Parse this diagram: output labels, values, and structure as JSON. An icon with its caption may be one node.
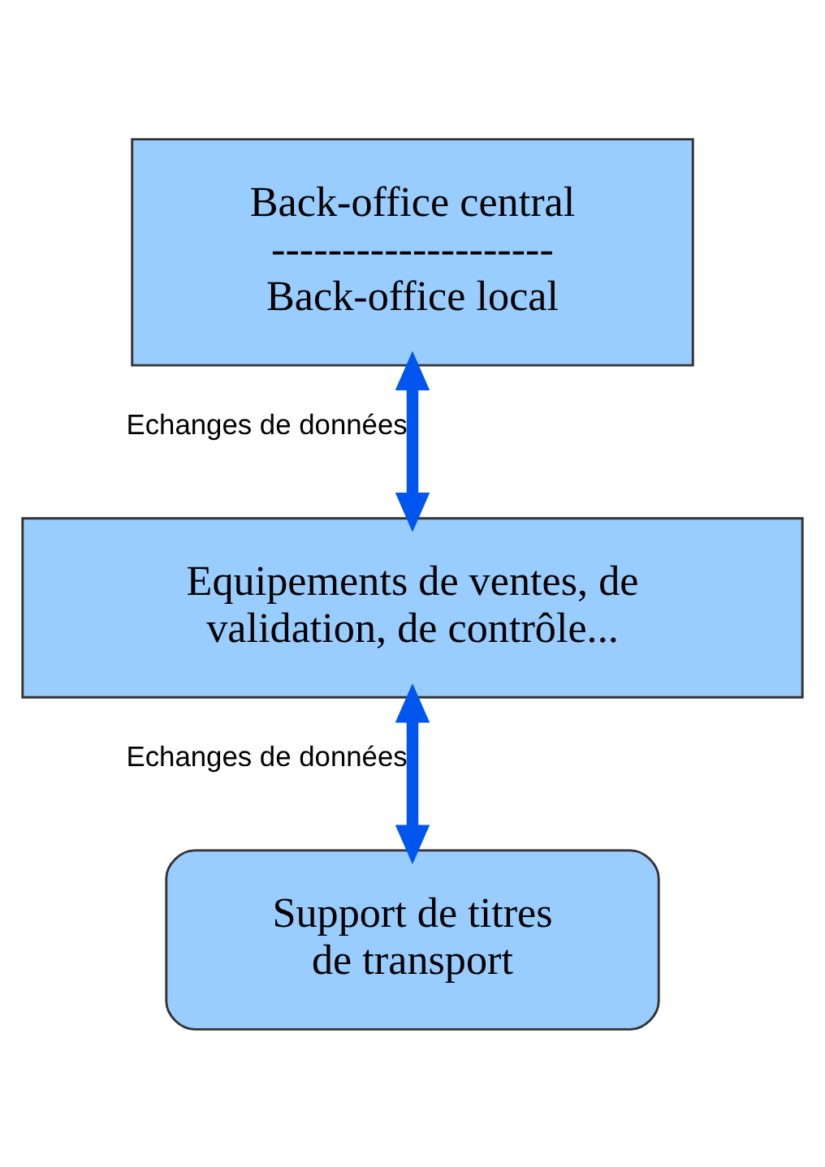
{
  "diagram": {
    "nodes": [
      {
        "text": [
          "Back-office central",
          "--------------------",
          "Back-office local"
        ]
      },
      {
        "text": [
          "Equipements de ventes, de validation, de contrôle..."
        ]
      },
      {
        "text": [
          "Support de titres de transport"
        ]
      }
    ],
    "edges": [
      {
        "from": 0,
        "to": 1,
        "arrow": "both",
        "label": "Echanges de données"
      },
      {
        "from": 1,
        "to": 2,
        "arrow": "both",
        "label": "Echanges de données"
      }
    ]
  }
}
